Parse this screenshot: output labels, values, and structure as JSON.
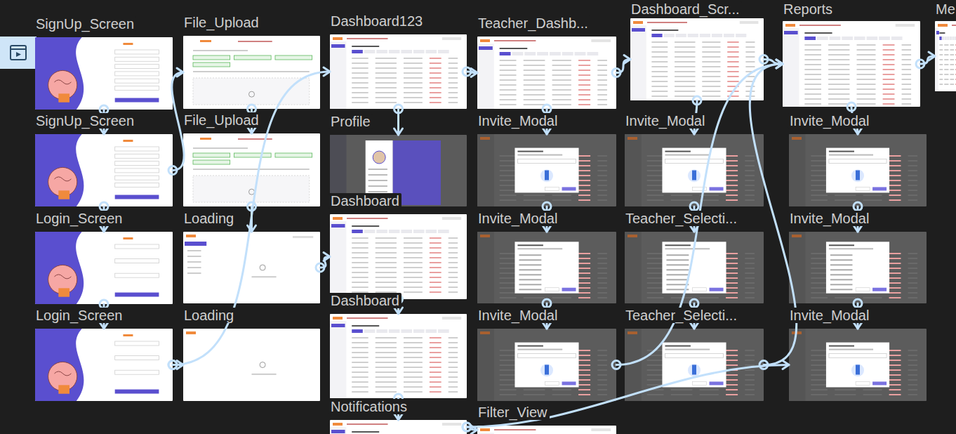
{
  "diagram": {
    "nodes": [
      {
        "text": [
          "SignUp_Screen"
        ]
      },
      {
        "text": [
          "SignUp_Screen"
        ]
      },
      {
        "text": [
          "Login_Screen"
        ]
      },
      {
        "text": [
          "Login_Screen"
        ]
      },
      {
        "text": [
          "File_Upload"
        ]
      },
      {
        "text": [
          "File_Upload"
        ]
      },
      {
        "text": [
          "Loading"
        ]
      },
      {
        "text": [
          "Loading"
        ]
      },
      {
        "text": [
          "Dashboard123"
        ]
      },
      {
        "text": [
          "Profile"
        ]
      },
      {
        "text": [
          "Dashboard"
        ]
      },
      {
        "text": [
          "Dashboard"
        ]
      },
      {
        "text": [
          "Notifications"
        ]
      },
      {
        "text": [
          "Teacher_Dashb..."
        ]
      },
      {
        "text": [
          "Invite_Modal"
        ]
      },
      {
        "text": [
          "Invite_Modal"
        ]
      },
      {
        "text": [
          "Invite_Modal"
        ]
      },
      {
        "text": [
          "Filter_View"
        ]
      },
      {
        "text": [
          "Dashboard_Scr..."
        ]
      },
      {
        "text": [
          "Invite_Modal"
        ]
      },
      {
        "text": [
          "Teacher_Selecti..."
        ]
      },
      {
        "text": [
          "Teacher_Selecti..."
        ]
      },
      {
        "text": [
          "Reports"
        ]
      },
      {
        "text": [
          "Invite_Modal"
        ]
      },
      {
        "text": [
          "Invite_Modal"
        ]
      },
      {
        "text": [
          "Invite_Modal"
        ]
      },
      {
        "text": [
          "Me"
        ]
      }
    ],
    "edges": [
      {
        "from": 0,
        "to": 1,
        "arrow": "to"
      },
      {
        "from": 1,
        "to": 2,
        "arrow": "to"
      },
      {
        "from": 2,
        "to": 3,
        "arrow": "to"
      },
      {
        "from": 1,
        "to": 4,
        "arrow": "to"
      },
      {
        "from": 4,
        "to": 5,
        "arrow": "to"
      },
      {
        "from": 5,
        "to": 6,
        "arrow": "to"
      },
      {
        "from": 3,
        "to": 7,
        "arrow": "to"
      },
      {
        "from": 6,
        "to": 10,
        "arrow": "to"
      },
      {
        "from": 3,
        "to": 8,
        "arrow": "to"
      },
      {
        "from": 8,
        "to": 13,
        "arrow": "to"
      },
      {
        "from": 13,
        "to": 18,
        "arrow": "to"
      },
      {
        "from": 18,
        "to": 22,
        "arrow": "to"
      },
      {
        "from": 22,
        "to": 26,
        "arrow": "to"
      },
      {
        "from": 8,
        "to": 9,
        "arrow": "to"
      },
      {
        "from": 10,
        "to": 11,
        "arrow": "to"
      },
      {
        "from": 11,
        "to": 12,
        "arrow": "to"
      },
      {
        "from": 13,
        "to": 14,
        "arrow": "to"
      },
      {
        "from": 14,
        "to": 15,
        "arrow": "to"
      },
      {
        "from": 15,
        "to": 16,
        "arrow": "to"
      },
      {
        "from": 18,
        "to": 19,
        "arrow": "to"
      },
      {
        "from": 19,
        "to": 20,
        "arrow": "to"
      },
      {
        "from": 20,
        "to": 21,
        "arrow": "to"
      },
      {
        "from": 22,
        "to": 23,
        "arrow": "to"
      },
      {
        "from": 23,
        "to": 24,
        "arrow": "to"
      },
      {
        "from": 24,
        "to": 25,
        "arrow": "to"
      },
      {
        "from": 16,
        "to": 22,
        "arrow": "to"
      },
      {
        "from": 21,
        "to": 22,
        "arrow": "to"
      },
      {
        "from": 12,
        "to": 25,
        "arrow": "to"
      },
      {
        "from": 12,
        "to": 17,
        "arrow": "to"
      }
    ]
  }
}
